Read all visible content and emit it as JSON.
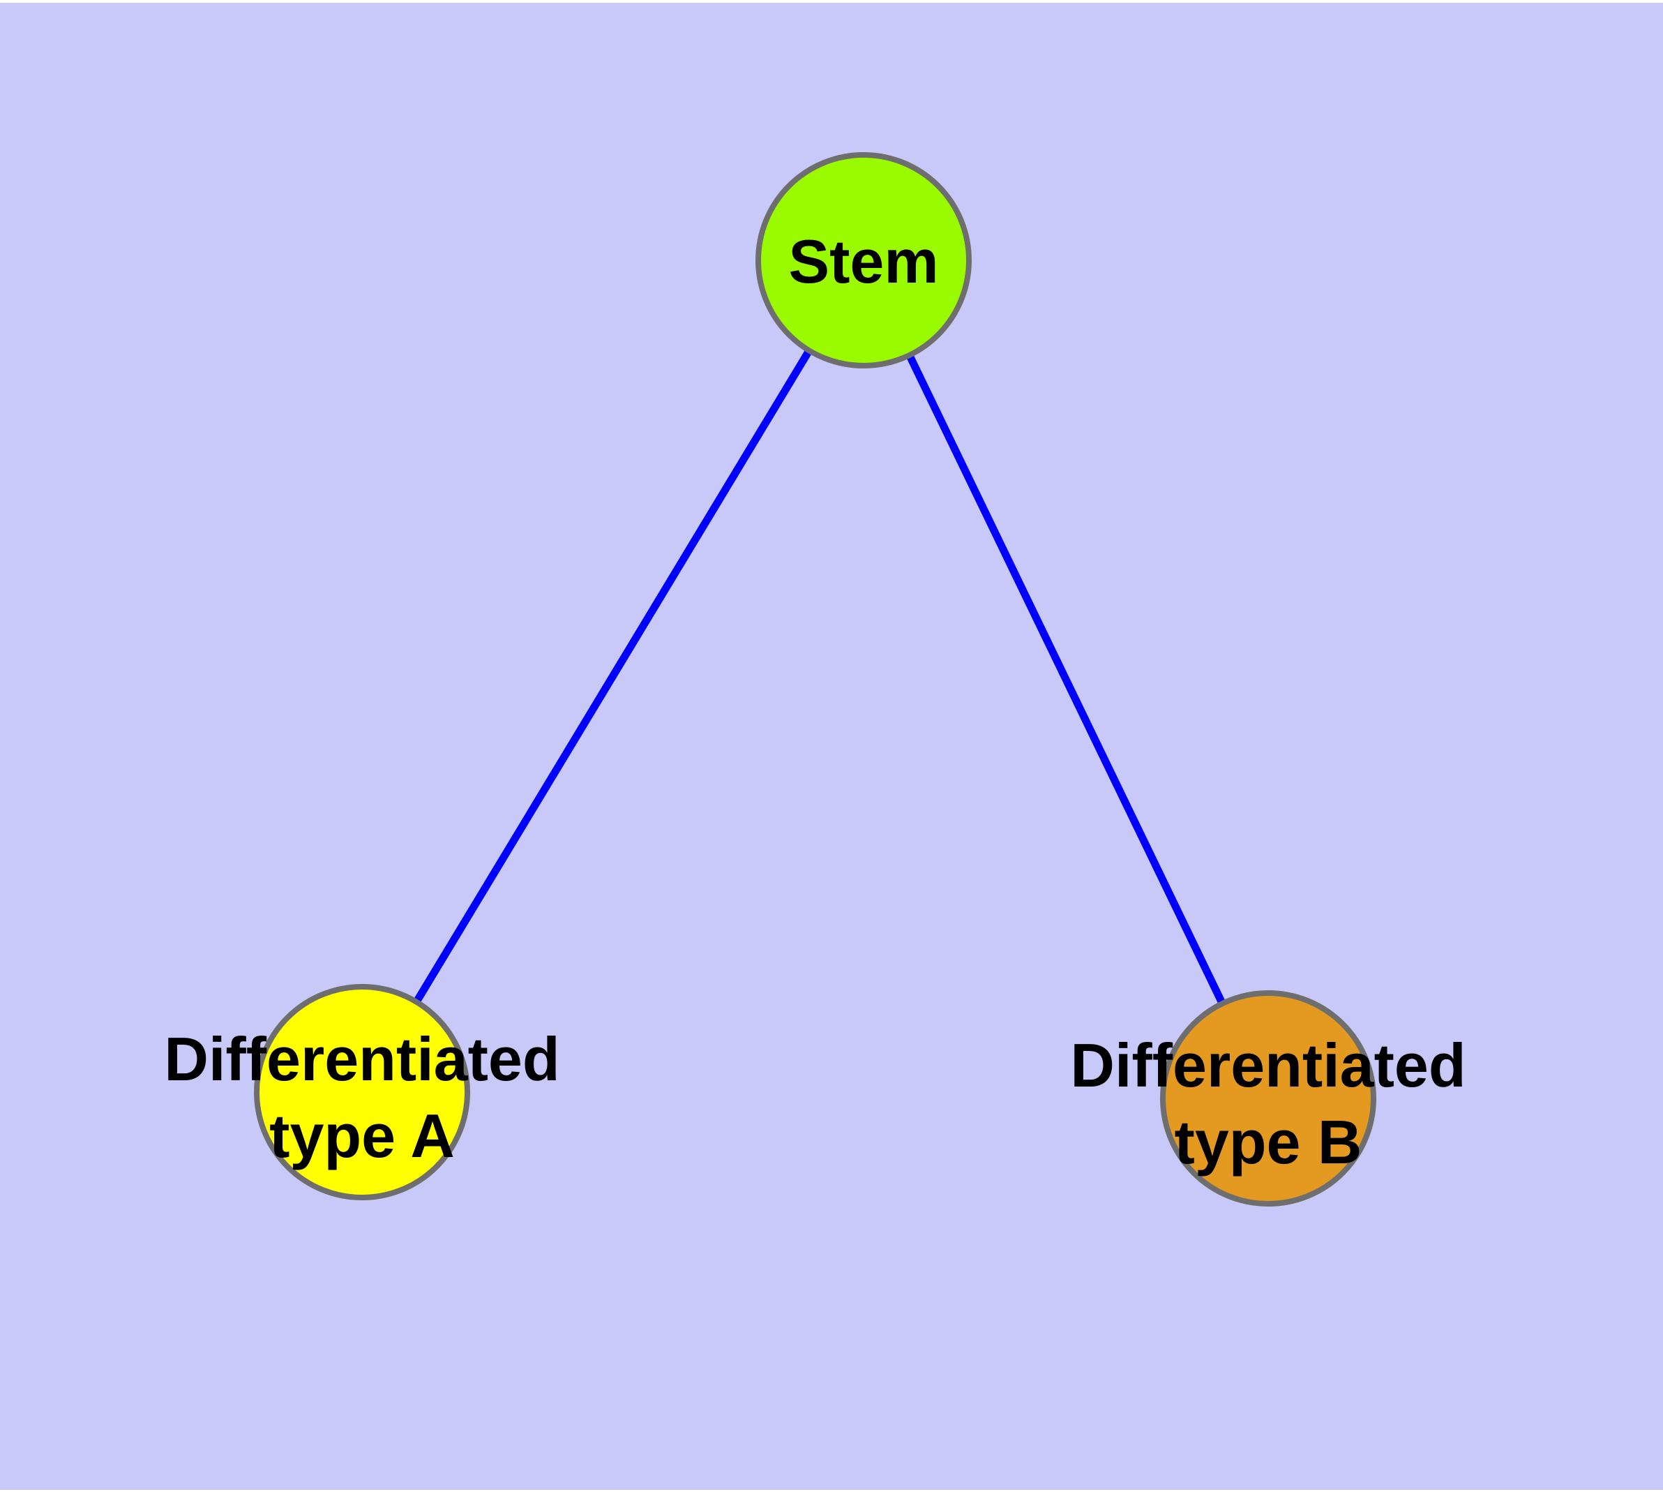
{
  "diagram": {
    "type": "graph",
    "background_color": "#c9c9f9",
    "frame_color": "#ffffff",
    "edge_color": "#0000ff",
    "node_border_color": "#6e6e6e",
    "label_color": "#000000",
    "nodes": [
      {
        "id": "stem",
        "label": "Stem",
        "color": "#9afb00"
      },
      {
        "id": "differentiated-type-a",
        "label_line1": "Differentiated",
        "label_line2": "type A",
        "color": "#ffff00"
      },
      {
        "id": "differentiated-type-b",
        "label_line1": "Differentiated",
        "label_line2": "type B",
        "color": "#e49a20"
      }
    ],
    "edges": [
      {
        "from": "stem",
        "to": "differentiated-type-a"
      },
      {
        "from": "stem",
        "to": "differentiated-type-b"
      }
    ]
  }
}
